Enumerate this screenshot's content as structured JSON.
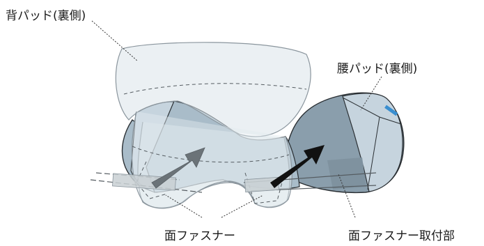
{
  "labels": {
    "back_pad": "背パッド(裏側)",
    "waist_pad": "腰パッド(裏側)",
    "velcro": "面ファスナー",
    "velcro_mount": "面ファスナー取付部"
  },
  "colors": {
    "back_pad_fill": "#dbe4ea",
    "body_fill": "#a9bcc9",
    "body_dark": "#8a9eac",
    "wing_light": "#c6d4de",
    "outline": "#2a2f33",
    "arrow_gray": "#6b7378",
    "arrow_black": "#111111",
    "velcro_strip": "#c9d0d4",
    "tag_blue": "#3a8fd0"
  }
}
